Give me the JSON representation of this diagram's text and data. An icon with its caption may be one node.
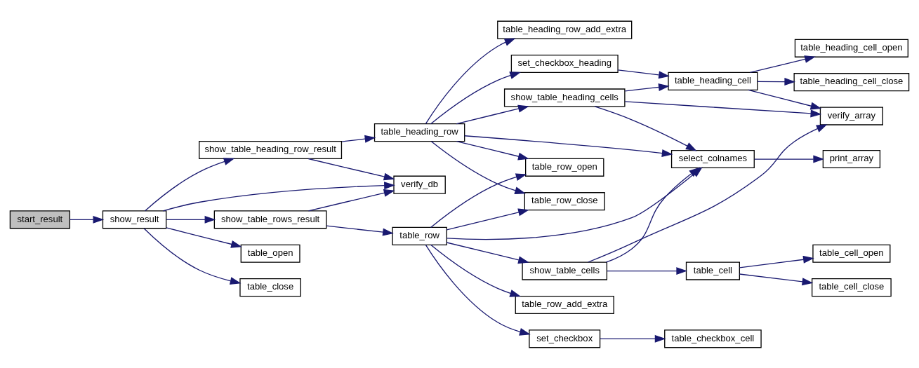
{
  "diagram": {
    "nodes": [
      {
        "text": [
          "start_result"
        ]
      },
      {
        "text": [
          "show_result"
        ]
      },
      {
        "text": [
          "show_table_heading_row_result"
        ]
      },
      {
        "text": [
          "verify_db"
        ]
      },
      {
        "text": [
          "show_table_rows_result"
        ]
      },
      {
        "text": [
          "table_open"
        ]
      },
      {
        "text": [
          "table_close"
        ]
      },
      {
        "text": [
          "table_heading_row"
        ]
      },
      {
        "text": [
          "table_row"
        ]
      },
      {
        "text": [
          "table_heading_row_add_extra"
        ]
      },
      {
        "text": [
          "set_checkbox_heading"
        ]
      },
      {
        "text": [
          "show_table_heading_cells"
        ]
      },
      {
        "text": [
          "table_row_close"
        ]
      },
      {
        "text": [
          "table_row_open"
        ]
      },
      {
        "text": [
          "show_table_cells"
        ]
      },
      {
        "text": [
          "set_checkbox"
        ]
      },
      {
        "text": [
          "table_row_add_extra"
        ]
      },
      {
        "text": [
          "table_heading_cell"
        ]
      },
      {
        "text": [
          "select_colnames"
        ]
      },
      {
        "text": [
          "table_cell"
        ]
      },
      {
        "text": [
          "table_checkbox_cell"
        ]
      },
      {
        "text": [
          "table_heading_cell_open"
        ]
      },
      {
        "text": [
          "table_heading_cell_close"
        ]
      },
      {
        "text": [
          "verify_array"
        ]
      },
      {
        "text": [
          "print_array"
        ]
      },
      {
        "text": [
          "table_cell_open"
        ]
      },
      {
        "text": [
          "table_cell_close"
        ]
      }
    ],
    "edges": [
      {
        "from": 0,
        "to": 1,
        "arrow": "to"
      },
      {
        "from": 1,
        "to": 2,
        "arrow": "to"
      },
      {
        "from": 1,
        "to": 3,
        "arrow": "to"
      },
      {
        "from": 1,
        "to": 4,
        "arrow": "to"
      },
      {
        "from": 1,
        "to": 5,
        "arrow": "to"
      },
      {
        "from": 1,
        "to": 6,
        "arrow": "to"
      },
      {
        "from": 2,
        "to": 7,
        "arrow": "to"
      },
      {
        "from": 2,
        "to": 3,
        "arrow": "to"
      },
      {
        "from": 4,
        "to": 3,
        "arrow": "to"
      },
      {
        "from": 4,
        "to": 8,
        "arrow": "to"
      },
      {
        "from": 7,
        "to": 9,
        "arrow": "to"
      },
      {
        "from": 7,
        "to": 10,
        "arrow": "to"
      },
      {
        "from": 7,
        "to": 11,
        "arrow": "to"
      },
      {
        "from": 7,
        "to": 18,
        "arrow": "to"
      },
      {
        "from": 7,
        "to": 12,
        "arrow": "to"
      },
      {
        "from": 7,
        "to": 13,
        "arrow": "to"
      },
      {
        "from": 8,
        "to": 12,
        "arrow": "to"
      },
      {
        "from": 8,
        "to": 13,
        "arrow": "to"
      },
      {
        "from": 8,
        "to": 18,
        "arrow": "to"
      },
      {
        "from": 8,
        "to": 14,
        "arrow": "to"
      },
      {
        "from": 8,
        "to": 15,
        "arrow": "to"
      },
      {
        "from": 8,
        "to": 16,
        "arrow": "to"
      },
      {
        "from": 10,
        "to": 17,
        "arrow": "to"
      },
      {
        "from": 11,
        "to": 17,
        "arrow": "to"
      },
      {
        "from": 11,
        "to": 23,
        "arrow": "to"
      },
      {
        "from": 11,
        "to": 18,
        "arrow": "to"
      },
      {
        "from": 17,
        "to": 21,
        "arrow": "to"
      },
      {
        "from": 17,
        "to": 22,
        "arrow": "to"
      },
      {
        "from": 17,
        "to": 23,
        "arrow": "to"
      },
      {
        "from": 18,
        "to": 24,
        "arrow": "to"
      },
      {
        "from": 14,
        "to": 18,
        "arrow": "to"
      },
      {
        "from": 14,
        "to": 23,
        "arrow": "to"
      },
      {
        "from": 14,
        "to": 19,
        "arrow": "to"
      },
      {
        "from": 19,
        "to": 25,
        "arrow": "to"
      },
      {
        "from": 19,
        "to": 26,
        "arrow": "to"
      },
      {
        "from": 15,
        "to": 20,
        "arrow": "to"
      }
    ]
  }
}
